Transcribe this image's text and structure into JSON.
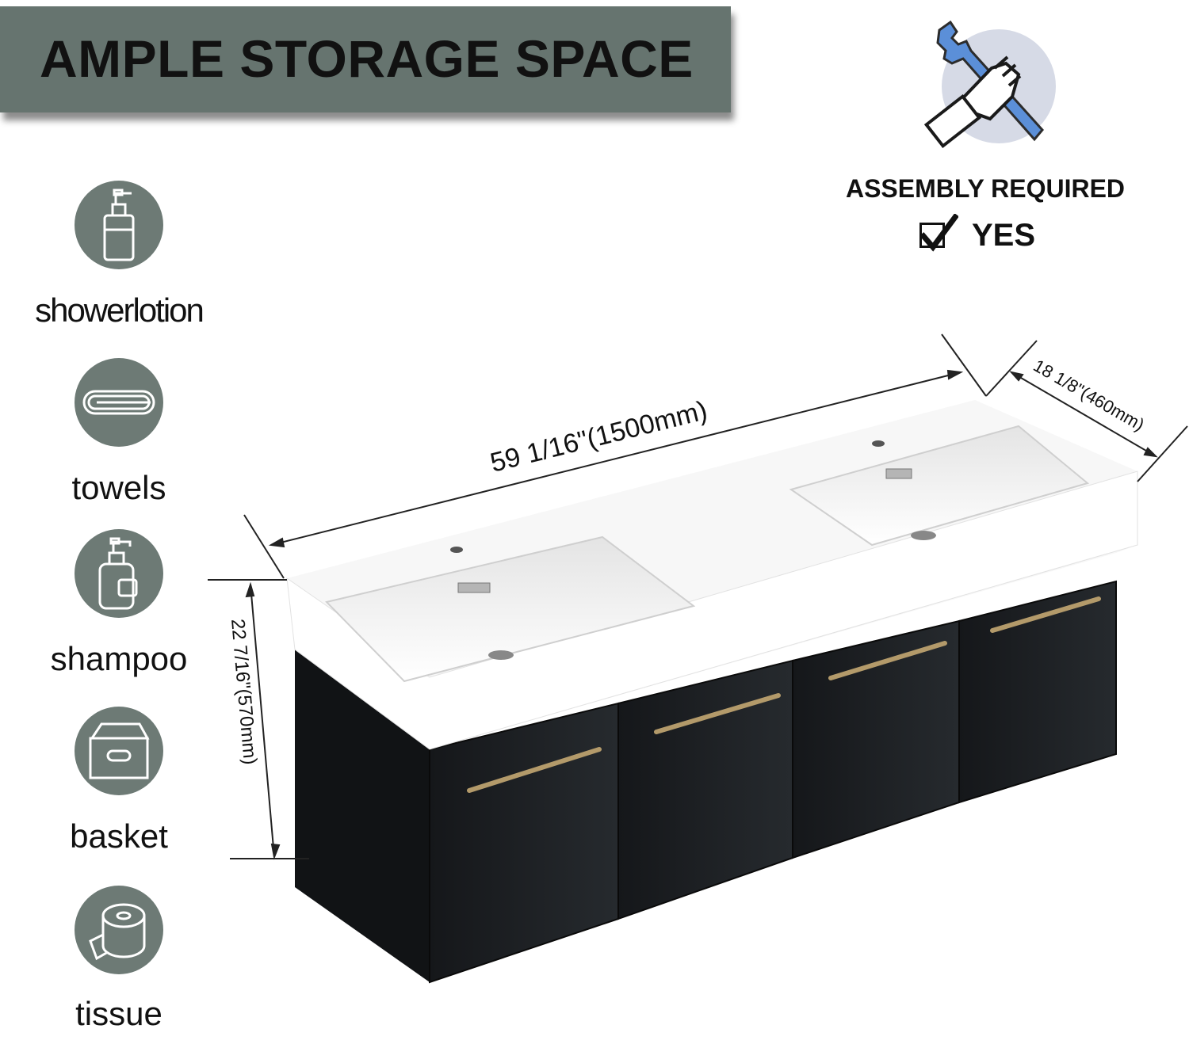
{
  "banner": {
    "title": "AMPLE STORAGE SPACE",
    "bg_color": "#66746f"
  },
  "features": [
    {
      "icon": "lotion-bottle-icon",
      "label": "showerlotion"
    },
    {
      "icon": "towels-icon",
      "label": "towels"
    },
    {
      "icon": "shampoo-bottle-icon",
      "label": "shampoo"
    },
    {
      "icon": "basket-box-icon",
      "label": "basket"
    },
    {
      "icon": "tissue-roll-icon",
      "label": "tissue"
    }
  ],
  "assembly": {
    "icon": "wrench-hand-icon",
    "label": "ASSEMBLY REQUIRED",
    "value": "YES",
    "checked": true
  },
  "dimensions": {
    "width": "59 1/16\"(1500mm)",
    "depth": "18 1/8\"(460mm)",
    "height": "22 7/16\"(570mm)"
  },
  "colors": {
    "icon_circle": "#6d7a75",
    "cabinet": "#1c1e20",
    "handle": "#b39a6a",
    "basin": "#f7f7f7"
  }
}
